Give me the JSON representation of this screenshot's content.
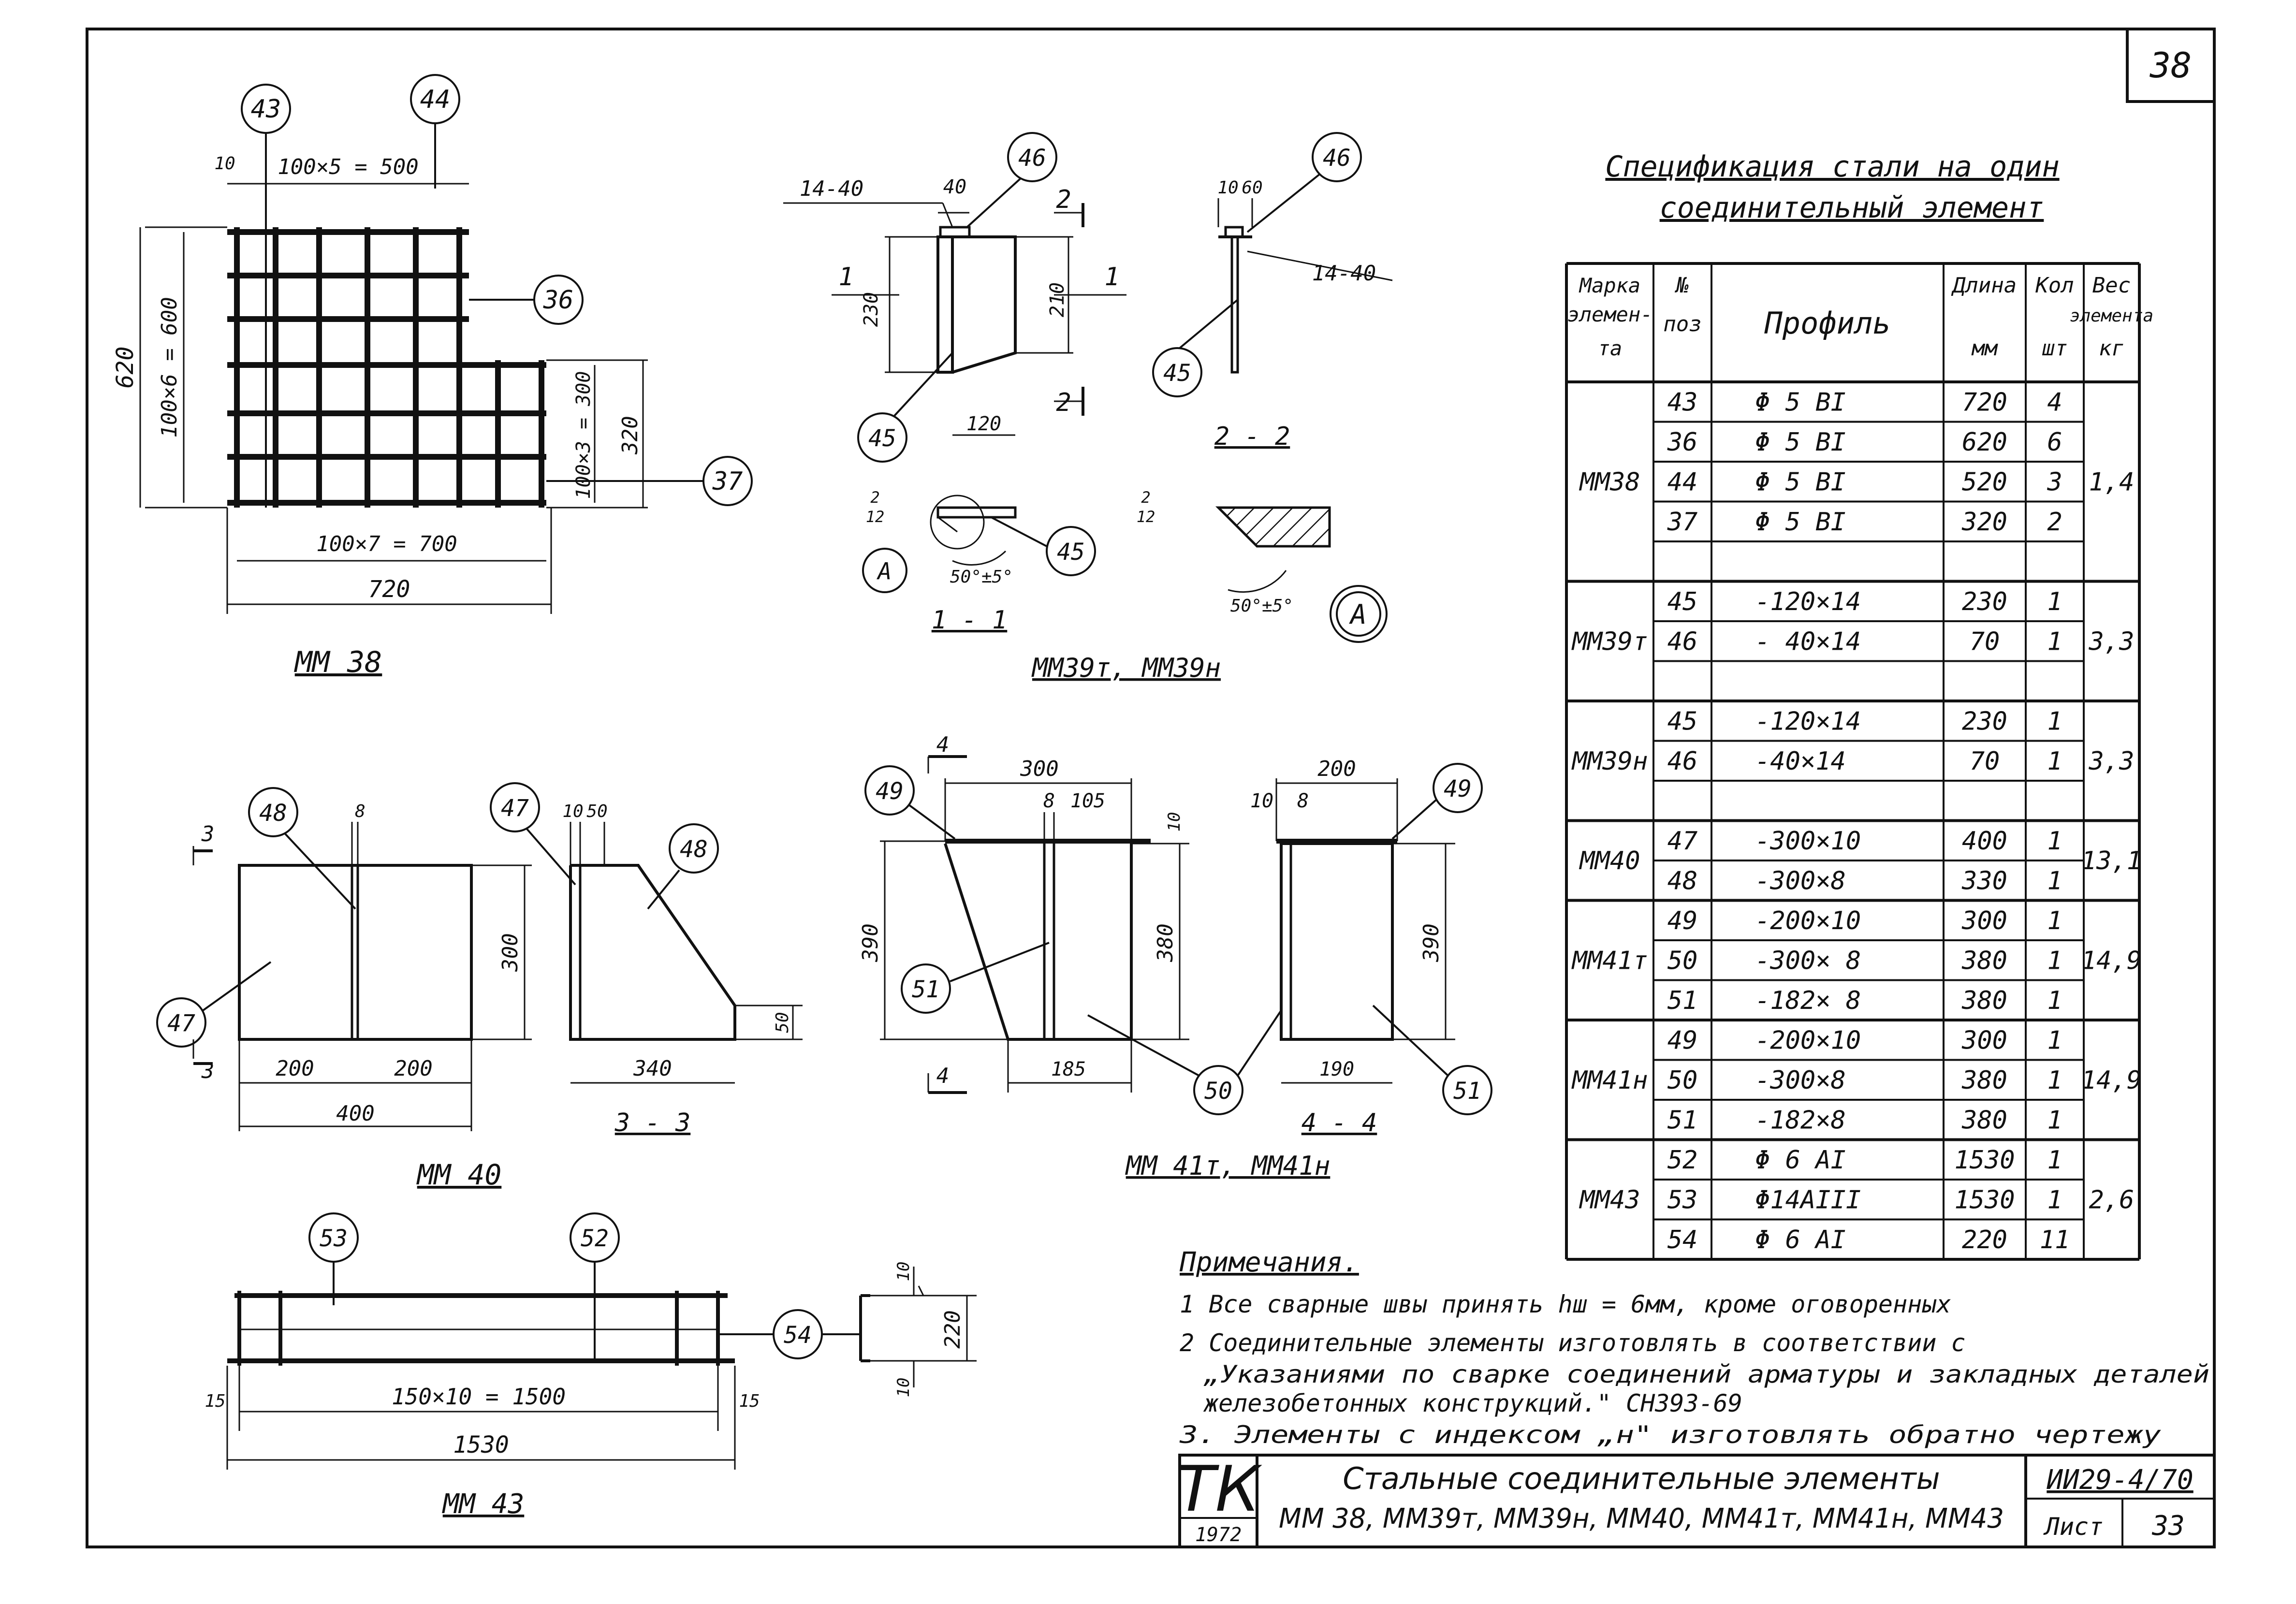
{
  "sheet_number": "38",
  "spec": {
    "title_line1": "Спецификация стали на один",
    "title_line2": "соединительный элемент",
    "headers": {
      "mark": [
        "Марка",
        "элемен-",
        "та"
      ],
      "pos": [
        "№",
        "поз"
      ],
      "profile": "Профиль",
      "length": [
        "Длина",
        "мм"
      ],
      "qty": [
        "Кол",
        "шт"
      ],
      "weight": [
        "Вес",
        "элемента",
        "кг"
      ]
    },
    "groups": [
      {
        "mark": "ММ38",
        "weight": "1,4",
        "rows": [
          {
            "pos": "43",
            "profile": "Φ 5 BI",
            "length": "720",
            "qty": "4"
          },
          {
            "pos": "36",
            "profile": "Φ 5 BI",
            "length": "620",
            "qty": "6"
          },
          {
            "pos": "44",
            "profile": "Φ 5 BI",
            "length": "520",
            "qty": "3"
          },
          {
            "pos": "37",
            "profile": "Φ 5 BI",
            "length": "320",
            "qty": "2"
          },
          {
            "pos": "",
            "profile": "",
            "length": "",
            "qty": ""
          }
        ]
      },
      {
        "mark": "ММ39т",
        "weight": "3,3",
        "rows": [
          {
            "pos": "45",
            "profile": "-120×14",
            "length": "230",
            "qty": "1"
          },
          {
            "pos": "46",
            "profile": "- 40×14",
            "length": "70",
            "qty": "1"
          },
          {
            "pos": "",
            "profile": "",
            "length": "",
            "qty": ""
          }
        ]
      },
      {
        "mark": "ММ39н",
        "weight": "3,3",
        "rows": [
          {
            "pos": "45",
            "profile": "-120×14",
            "length": "230",
            "qty": "1"
          },
          {
            "pos": "46",
            "profile": "-40×14",
            "length": "70",
            "qty": "1"
          },
          {
            "pos": "",
            "profile": "",
            "length": "",
            "qty": ""
          }
        ]
      },
      {
        "mark": "ММ40",
        "weight": "13,1",
        "rows": [
          {
            "pos": "47",
            "profile": "-300×10",
            "length": "400",
            "qty": "1"
          },
          {
            "pos": "48",
            "profile": "-300×8",
            "length": "330",
            "qty": "1"
          }
        ]
      },
      {
        "mark": "ММ41т",
        "weight": "14,9",
        "rows": [
          {
            "pos": "49",
            "profile": "-200×10",
            "length": "300",
            "qty": "1"
          },
          {
            "pos": "50",
            "profile": "-300× 8",
            "length": "380",
            "qty": "1"
          },
          {
            "pos": "51",
            "profile": "-182× 8",
            "length": "380",
            "qty": "1"
          }
        ]
      },
      {
        "mark": "ММ41н",
        "weight": "14,9",
        "rows": [
          {
            "pos": "49",
            "profile": "-200×10",
            "length": "300",
            "qty": "1"
          },
          {
            "pos": "50",
            "profile": "-300×8",
            "length": "380",
            "qty": "1"
          },
          {
            "pos": "51",
            "profile": "-182×8",
            "length": "380",
            "qty": "1"
          }
        ]
      },
      {
        "mark": "ММ43",
        "weight": "2,6",
        "rows": [
          {
            "pos": "52",
            "profile": "Φ 6 AI",
            "length": "1530",
            "qty": "1"
          },
          {
            "pos": "53",
            "profile": "Φ14AIII",
            "length": "1530",
            "qty": "1"
          },
          {
            "pos": "54",
            "profile": "Φ 6 AI",
            "length": "220",
            "qty": "11"
          }
        ]
      }
    ]
  },
  "notes": {
    "title": "Примечания.",
    "lines": [
      "1  Все сварные швы принять hш = 6мм, кроме оговоренных",
      "2  Соединительные элементы изготовлять в соответствии с",
      "„Указаниями по сварке соединений арматуры и закладных деталей",
      "железобетонных конструкций.\" СН393-69",
      "3. Элементы с индексом „н\" изготовлять обратно чертежу"
    ]
  },
  "title_block": {
    "logo": "ТК",
    "year": "1972",
    "title_line1": "Стальные соединительные элементы",
    "title_line2": "ММ 38, ММ39т, ММ39н, ММ40, ММ41т, ММ41н, ММ43",
    "series": "ИИ29-4/70",
    "sheet_label": "Лист",
    "sheet": "33"
  },
  "mm38": {
    "caption": "ММ 38",
    "dims": {
      "top": "100×5 = 500",
      "bottom": "100×7 = 700",
      "overall_w": "720",
      "left_inner": "100×6 = 600",
      "left_overall": "620",
      "right_inner": "100×3 = 300",
      "right_overall": "320",
      "ten": "10"
    },
    "callouts": [
      "43",
      "44",
      "36",
      "37"
    ]
  },
  "mm39": {
    "caption": "ММ39т, ММ39н",
    "section_1_1": "1 - 1",
    "section_2_2": "2 - 2",
    "cut_mark_1": "1",
    "cut_mark_2": "2",
    "plate_label": "14-40",
    "dims": {
      "w40": "40",
      "h230": "230",
      "h210": "210",
      "w120": "120",
      "d10": "10",
      "d60": "60",
      "d12": "12",
      "d2": "2",
      "angle": "50°±5°"
    },
    "callouts": [
      "46",
      "45"
    ],
    "detail": "А"
  },
  "mm40": {
    "caption": "ММ 40",
    "section_3_3": "3 - 3",
    "cut_mark": "3",
    "dims": {
      "w200a": "200",
      "w200b": "200",
      "w400": "400",
      "h300": "300",
      "w8": "8",
      "w10": "10",
      "w50": "50",
      "w340": "340",
      "h50": "50"
    },
    "callouts": [
      "48",
      "47"
    ]
  },
  "mm41": {
    "caption": "ММ 41т, ММ41н",
    "section_4_4": "4 - 4",
    "cut_mark": "4",
    "dims": {
      "w300": "300",
      "w8": "8",
      "w105": "105",
      "h390": "390",
      "h380": "380",
      "w185": "185",
      "w200": "200",
      "w10": "10",
      "w190": "190",
      "h10": "10"
    },
    "callouts": [
      "49",
      "51",
      "50"
    ]
  },
  "mm43": {
    "caption": "ММ 43",
    "dims": {
      "middle": "150×10 = 1500",
      "overall": "1530",
      "end": "15",
      "h220": "220",
      "h10": "10"
    },
    "callouts": [
      "53",
      "52",
      "54"
    ]
  }
}
